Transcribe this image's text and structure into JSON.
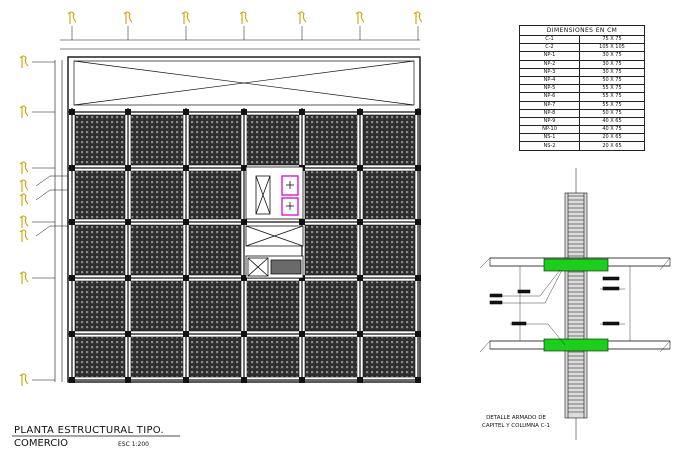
{
  "plan": {
    "title": "PLANTA ESTRUCTURAL TIPO.",
    "subtitle": "COMERCIO",
    "scale": "ESC 1:200"
  },
  "detail": {
    "caption_line1": "DETALLE ARMADO DE",
    "caption_line2": "CAPITEL Y COLUMNA C-1"
  },
  "dimensions_table": {
    "header": "DIMENSIONES EN CM",
    "rows": [
      {
        "id": "C-1",
        "size": "75 X 75"
      },
      {
        "id": "C-2",
        "size": "105 X 105"
      },
      {
        "id": "NP-1",
        "size": "30 X 75"
      },
      {
        "id": "NP-2",
        "size": "30 X 75"
      },
      {
        "id": "NP-3",
        "size": "30 X 75"
      },
      {
        "id": "NP-4",
        "size": "50 X 75"
      },
      {
        "id": "NP-5",
        "size": "55 X 75"
      },
      {
        "id": "NP-6",
        "size": "55 X 75"
      },
      {
        "id": "NP-7",
        "size": "55 X 75"
      },
      {
        "id": "NP-8",
        "size": "50 X 75"
      },
      {
        "id": "NP-9",
        "size": "40 X 65"
      },
      {
        "id": "NP-10",
        "size": "40 X 75"
      },
      {
        "id": "NS-1",
        "size": "20 X 65"
      },
      {
        "id": "NS-2",
        "size": "20 X 65"
      }
    ]
  },
  "axis_marker_count": {
    "columns": 7,
    "rows": 6
  },
  "colors": {
    "line": "#111111",
    "grid_fill": "#3a3a3a",
    "highlight": "#d81ad8",
    "rebar_green": "#19d119"
  }
}
